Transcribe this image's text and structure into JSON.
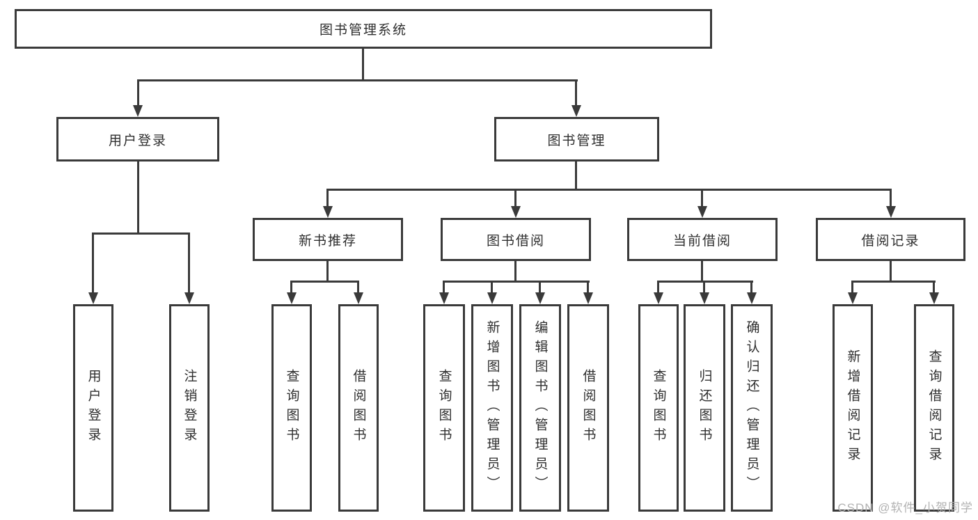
{
  "colors": {
    "line": "#3a3a3a",
    "box-bg": "#ffffff",
    "text": "#2e2e2e",
    "watermark": "#b2b2b2"
  },
  "tree": {
    "root": "图书管理系统",
    "l2": {
      "login": "用户登录",
      "mgmt": "图书管理"
    },
    "l3": {
      "rec": "新书推荐",
      "borrow": "图书借阅",
      "current": "当前借阅",
      "records": "借阅记录"
    },
    "leaves": {
      "login": [
        "用户登录",
        "注销登录"
      ],
      "rec": [
        "查询图书",
        "借阅图书"
      ],
      "borrow": [
        "查询图书",
        "新增图书（管理员）",
        "编辑图书（管理员）",
        "借阅图书"
      ],
      "current": [
        "查询图书",
        "归还图书",
        "确认归还（管理员）"
      ],
      "records": [
        "新增借阅记录",
        "查询借阅记录"
      ]
    }
  },
  "watermark": {
    "text": "CSDN @软件_小贺同学"
  }
}
